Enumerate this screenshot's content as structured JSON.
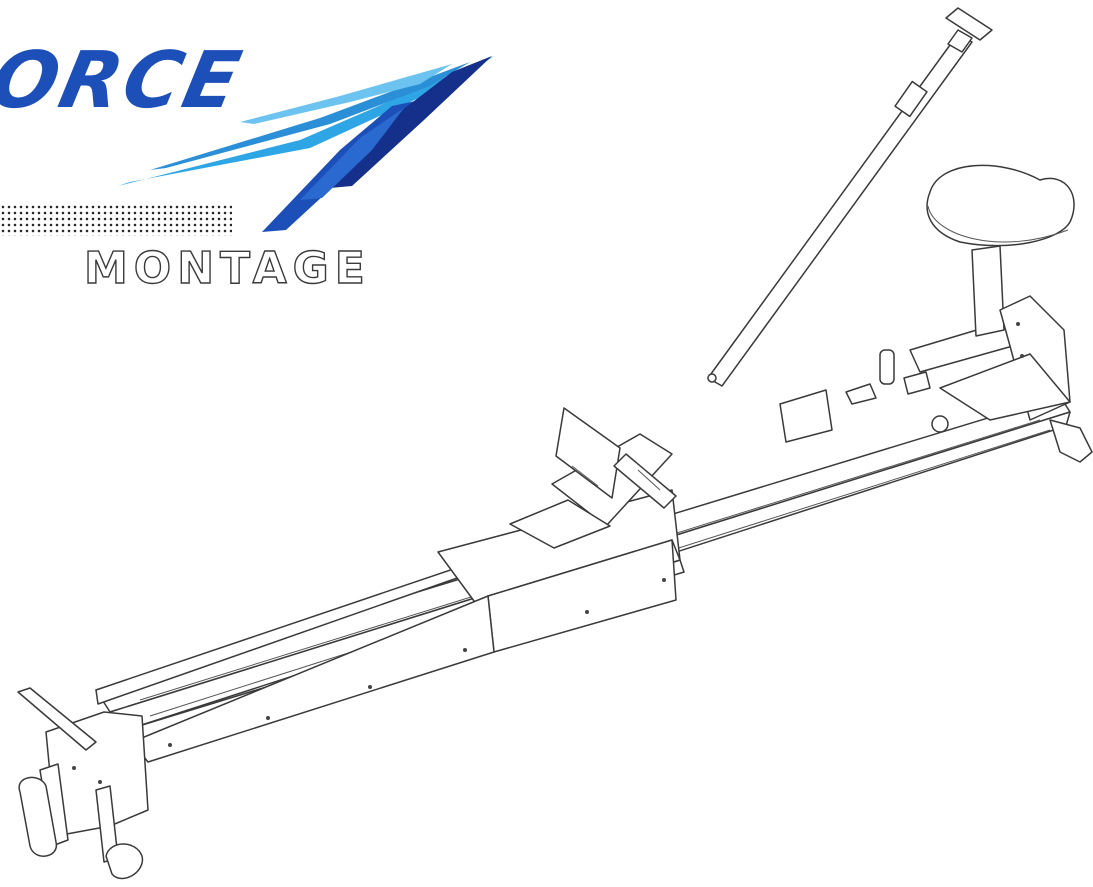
{
  "logo": {
    "text": "ORCE",
    "colors": {
      "primary": "#1d4fb8",
      "light": "#2ea6e6",
      "dark": "#14308a"
    }
  },
  "section": {
    "title": "MONTAGE"
  },
  "illustration": {
    "subject": "rowing-machine-line-drawing"
  }
}
